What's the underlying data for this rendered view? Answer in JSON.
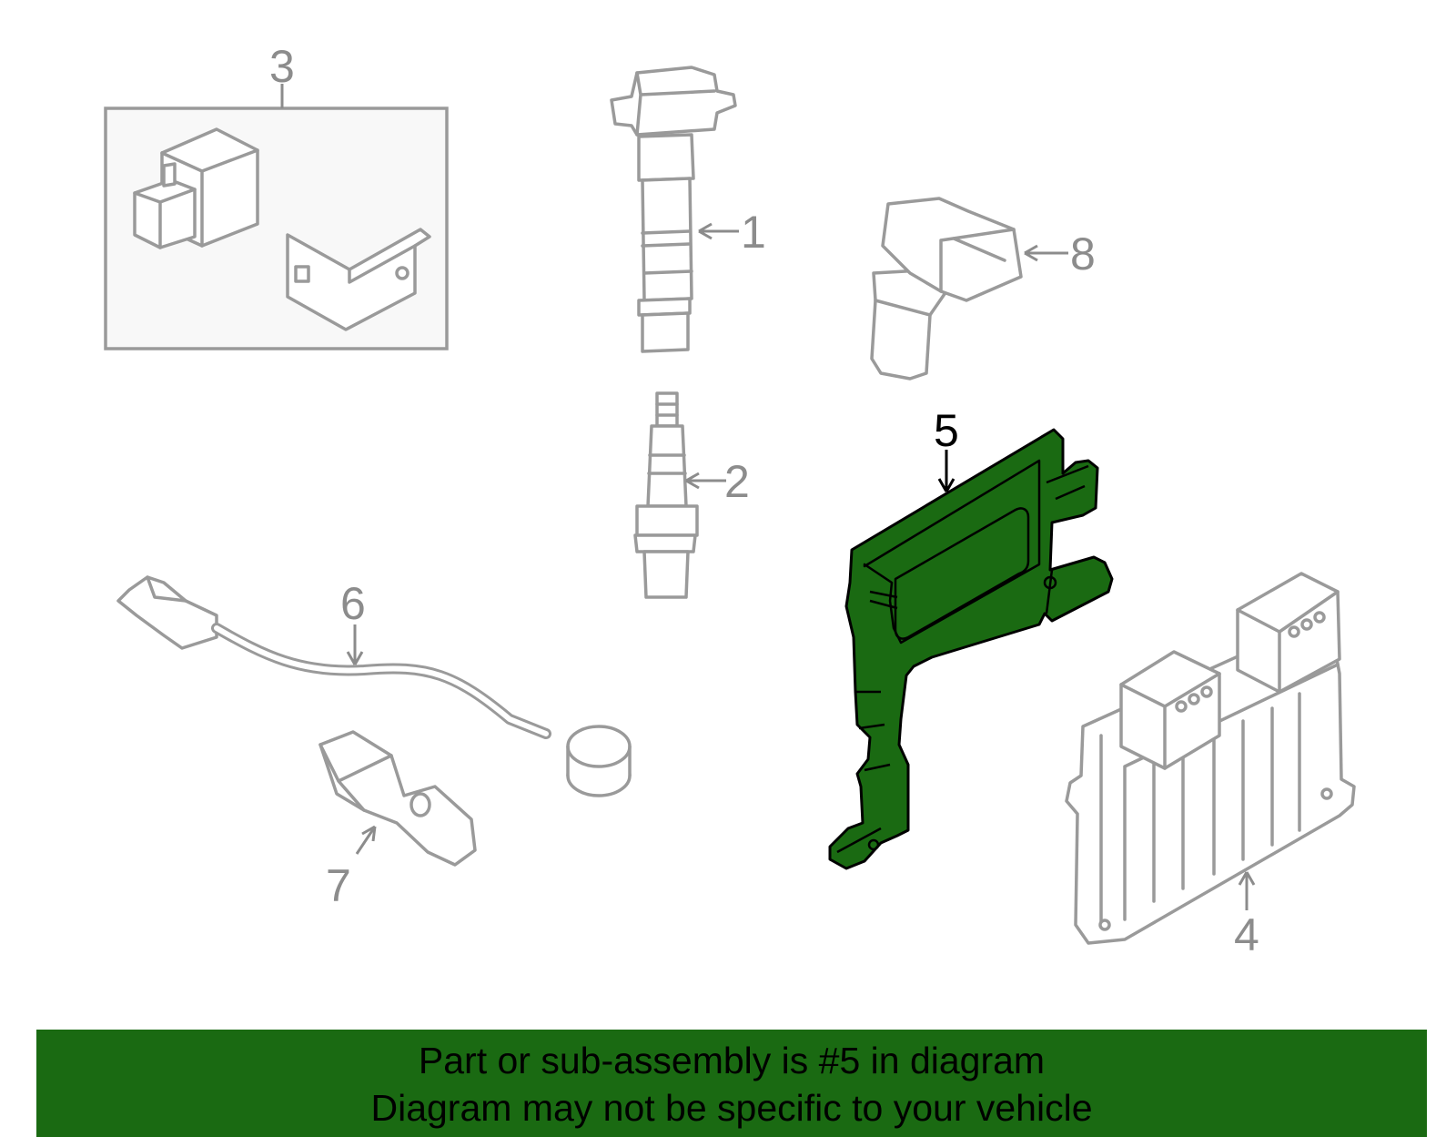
{
  "callouts": {
    "c1": "1",
    "c2": "2",
    "c3": "3",
    "c4": "4",
    "c5": "5",
    "c6": "6",
    "c7": "7",
    "c8": "8"
  },
  "highlighted_part": "5",
  "colors": {
    "highlight": "#1a6a12",
    "part_outline": "#9a9a9a",
    "banner": "#1a6a12"
  },
  "banner": {
    "line1": "Part or sub-assembly is #5 in diagram",
    "line2": "Diagram may not be specific to your vehicle"
  }
}
